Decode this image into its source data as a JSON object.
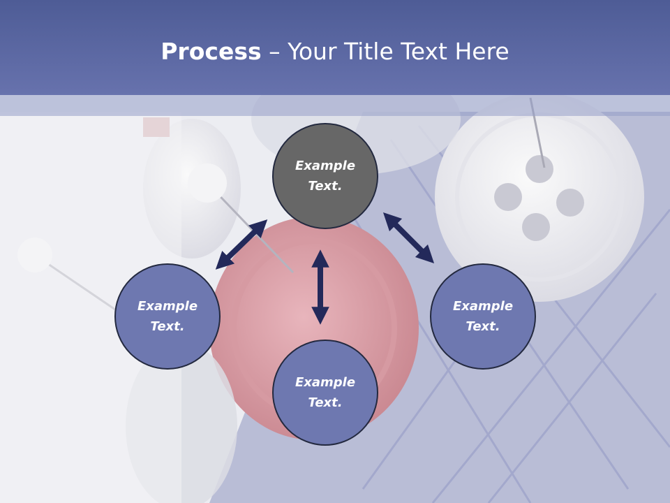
{
  "header": {
    "title_bold": "Process",
    "title_rest": " – Your Title Text Here"
  },
  "colors": {
    "header": "#5a66a3",
    "node_primary": "#676767",
    "node_secondary": "#6e78b0",
    "arrow": "#23295a"
  },
  "nodes": [
    {
      "label": "Example Text."
    },
    {
      "label": "Example Text."
    },
    {
      "label": "Example Text."
    },
    {
      "label": "Example Text."
    }
  ]
}
